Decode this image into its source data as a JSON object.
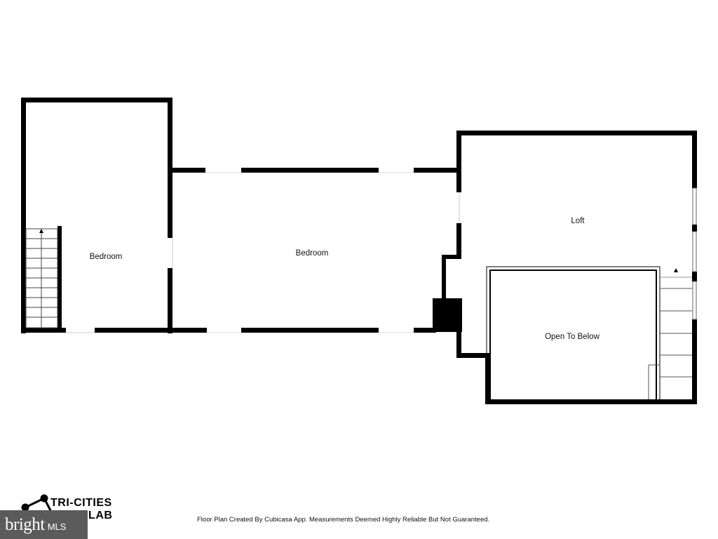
{
  "rooms": {
    "bedroom_left": "Bedroom",
    "bedroom_center": "Bedroom",
    "loft": "Loft",
    "open_to_below": "Open To Below"
  },
  "logo": {
    "line1": "TRI-CITIES",
    "line2": "MEDIALAB"
  },
  "footer": {
    "note": "Floor Plan Created By Cubicasa App. Measurements Deemed Highly Reliable But Not Guaranteed."
  },
  "watermark": {
    "brand": "bright",
    "suffix": "MLS"
  }
}
